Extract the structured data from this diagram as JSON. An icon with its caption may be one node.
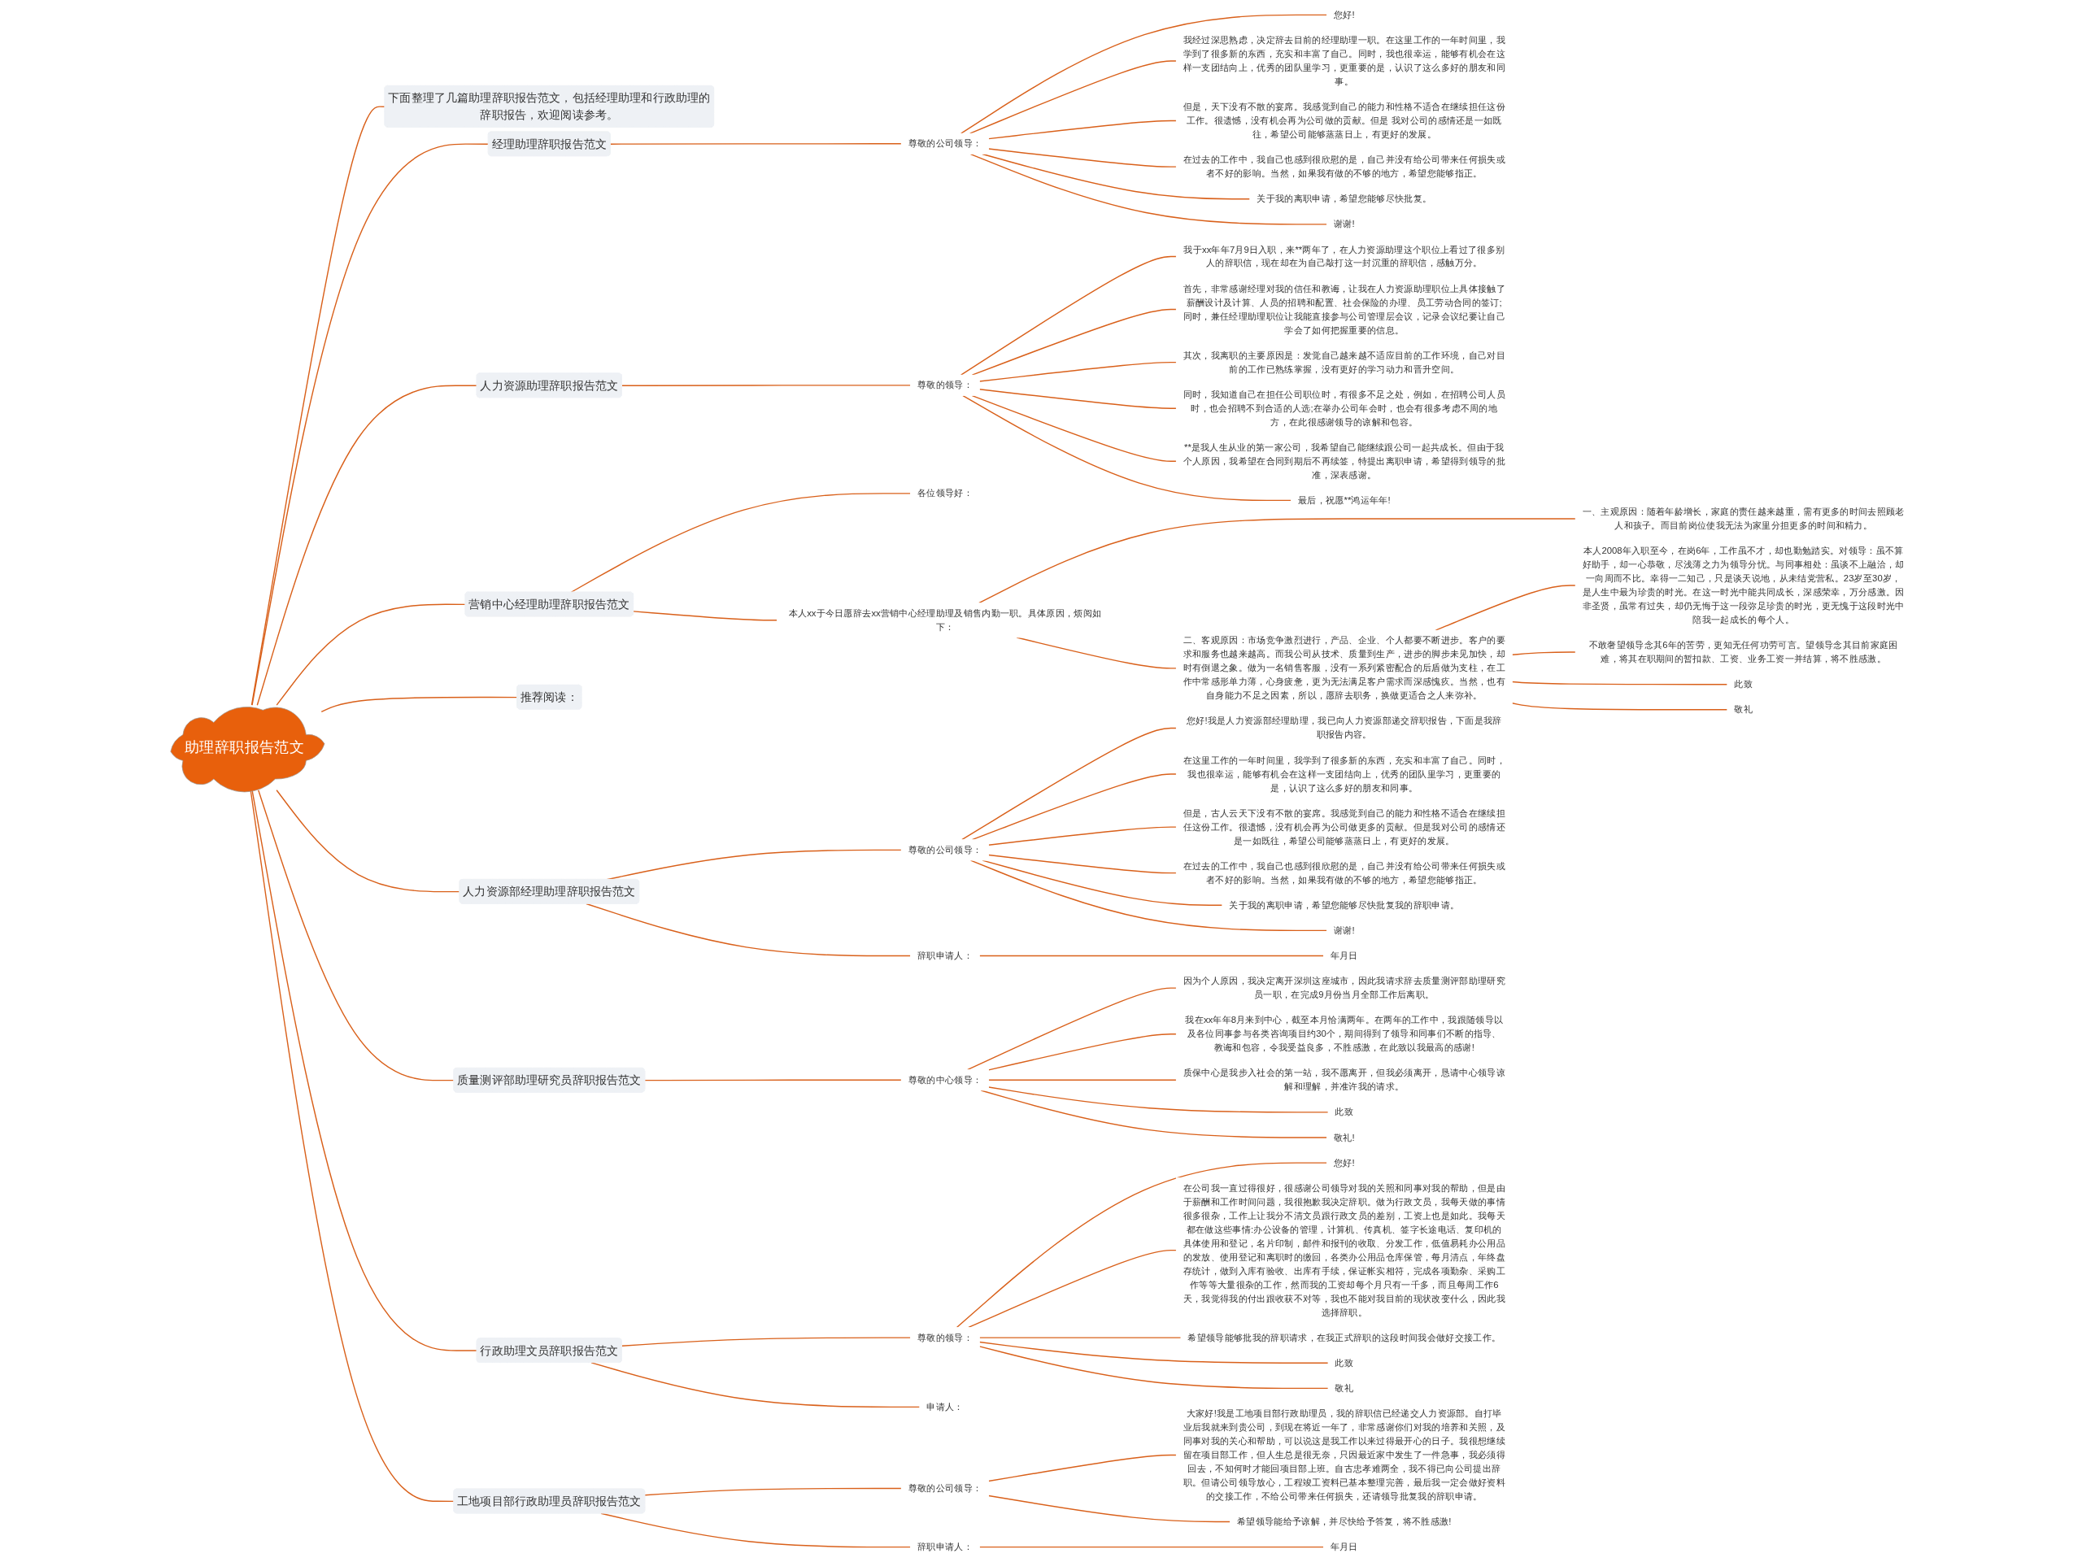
{
  "diagram": {
    "nodes": [
      {
        "text": [
          "助理辞职报告范文"
        ]
      },
      {
        "text": [
          "下面整理了几篇助理辞职报告范文，包括经理助理和行政助理的辞职报告，欢迎阅读参考。"
        ]
      },
      {
        "text": [
          "经理助理辞职报告范文"
        ]
      },
      {
        "text": [
          "尊敬的公司领导："
        ]
      },
      {
        "text": [
          "您好!"
        ]
      },
      {
        "text": [
          "我经过深思熟虑，决定辞去目前的经理助理一职。在这里工作的一年时间里，我学到了很多新的东西，充实和丰富了自己。同时，我也很幸运，能够有机会在这样一支团结向上，优秀的团队里学习，更重要的是，认识了这么多好的朋友和同事。"
        ]
      },
      {
        "text": [
          "但是，天下没有不散的宴席。我感觉到自己的能力和性格不适合在继续担任这份工作。很遗憾，没有机会再为公司做的贡献。但是 我对公司的感情还是一如既往，希望公司能够蒸蒸日上，有更好的发展。"
        ]
      },
      {
        "text": [
          "在过去的工作中，我自己也感到很欣慰的是，自己并没有给公司带来任何损失或者不好的影响。当然，如果我有做的不够的地方，希望您能够指正。"
        ]
      },
      {
        "text": [
          "关于我的离职申请，希望您能够尽快批复。"
        ]
      },
      {
        "text": [
          "谢谢!"
        ]
      },
      {
        "text": [
          "人力资源助理辞职报告范文"
        ]
      },
      {
        "text": [
          "尊敬的领导："
        ]
      },
      {
        "text": [
          "我于xx年年7月9日入职，来**两年了，在人力资源助理这个职位上看过了很多别人的辞职信，现在却在为自己敲打这一封沉重的辞职信，感触万分。"
        ]
      },
      {
        "text": [
          "首先，非常感谢经理对我的信任和教诲，让我在人力资源助理职位上具体接触了薪酬设计及计算、人员的招聘和配置、社会保险的办理、员工劳动合同的签订;同时，兼任经理助理职位让我能直接参与公司管理层会议，记录会议纪要让自己学会了如何把握重要的信息。"
        ]
      },
      {
        "text": [
          "其次，我离职的主要原因是：发觉自己越来越不适应目前的工作环境，自己对目前的工作已熟练掌握，没有更好的学习动力和晋升空间。"
        ]
      },
      {
        "text": [
          "同时，我知道自己在担任公司职位时，有很多不足之处，例如，在招聘公司人员时，也会招聘不到合适的人选;在举办公司年会时，也会有很多考虑不周的地方，在此很感谢领导的谅解和包容。"
        ]
      },
      {
        "text": [
          "**是我人生从业的第一家公司，我希望自己能继续跟公司一起共成长。但由于我个人原因，我希望在合同到期后不再续签，特提出离职申请，希望得到领导的批准，深表感谢。"
        ]
      },
      {
        "text": [
          "最后，祝愿**鸿运年年!"
        ]
      },
      {
        "text": [
          "营销中心经理助理辞职报告范文"
        ]
      },
      {
        "text": [
          "各位领导好："
        ]
      },
      {
        "text": [
          "本人xx于今日愿辞去xx营销中心经理助理及销售内勤一职。具体原因，烦阅如下："
        ]
      },
      {
        "text": [
          "一、主观原因：随着年龄增长，家庭的责任越来越重，需有更多的时间去照顾老人和孩子。而目前岗位使我无法为家里分担更多的时间和精力。"
        ]
      },
      {
        "text": [
          "二、客观原因：市场竞争激烈进行，产品、企业、个人都要不断进步。客户的要求和服务也越来越高。而我公司从技术、质量到生产，进步的脚步未见加快，却时有倒退之象。做为一名销售客服，没有一系列紧密配合的后盾做为支柱，在工作中常感形单力薄，心身疲惫，更为无法满足客户需求而深感愧疚。当然，也有自身能力不足之因素，所以，愿辞去职务，换做更适合之人来弥补。"
        ]
      },
      {
        "text": [
          "本人2008年入职至今，在岗6年，工作虽不才，却也勤勉踏实。对领导：虽不算好助手，却一心恭敬，尽浅薄之力为领导分忧。与同事相处：虽谈不上融洽，却一向周而不比。幸得一二知己，只是谈天说地，从未结党营私。23岁至30岁，是人生中最为珍贵的时光。在这一时光中能共同成长，深感荣幸，万分感激。因非圣贤，虽常有过失，却仍无悔于这一段弥足珍贵的时光，更无愧于这段时光中陪我一起成长的每个人。"
        ]
      },
      {
        "text": [
          "不敢奢望领导念其6年的苦劳，更知无任何功劳可言。望领导念其目前家庭困难，将其在职期间的暂扣款、工资、业务工资一并结算，将不胜感激。"
        ]
      },
      {
        "text": [
          "此致"
        ]
      },
      {
        "text": [
          "敬礼"
        ]
      },
      {
        "text": [
          "推荐阅读："
        ]
      },
      {
        "text": [
          "人力资源部经理助理辞职报告范文"
        ]
      },
      {
        "text": [
          "尊敬的公司领导："
        ]
      },
      {
        "text": [
          "您好!我是人力资源部经理助理，我已向人力资源部递交辞职报告，下面是我辞职报告内容。"
        ]
      },
      {
        "text": [
          "在这里工作的一年时间里，我学到了很多新的东西，充实和丰富了自己。同时，我也很幸运，能够有机会在这样一支团结向上，优秀的团队里学习，更重要的是，认识了这么多好的朋友和同事。"
        ]
      },
      {
        "text": [
          "但是，古人云天下没有不散的宴席。我感觉到自己的能力和性格不适合在继续担任这份工作。很遗憾，没有机会再为公司做更多的贡献。但是我对公司的感情还是一如既往，希望公司能够蒸蒸日上，有更好的发展。"
        ]
      },
      {
        "text": [
          "在过去的工作中，我自己也感到很欣慰的是，自己并没有给公司带来任何损失或者不好的影响。当然，如果我有做的不够的地方，希望您能够指正。"
        ]
      },
      {
        "text": [
          "关于我的离职申请，希望您能够尽快批复我的辞职申请。"
        ]
      },
      {
        "text": [
          "谢谢!"
        ]
      },
      {
        "text": [
          "辞职申请人："
        ]
      },
      {
        "text": [
          "年月日"
        ]
      },
      {
        "text": [
          "质量测评部助理研究员辞职报告范文"
        ]
      },
      {
        "text": [
          "尊敬的中心领导："
        ]
      },
      {
        "text": [
          "因为个人原因，我决定离开深圳这座城市，因此我请求辞去质量测评部助理研究员一职，在完成9月份当月全部工作后离职。"
        ]
      },
      {
        "text": [
          "我在xx年年8月来到中心，截至本月恰满两年。在两年的工作中，我跟随领导以及各位同事参与各类咨询项目约30个，期间得到了领导和同事们不断的指导、教诲和包容，令我受益良多，不胜感激，在此致以我最高的感谢!"
        ]
      },
      {
        "text": [
          "质保中心是我步入社会的第一站，我不愿离开，但我必须离开，恳请中心领导谅解和理解，并准许我的请求。"
        ]
      },
      {
        "text": [
          "此致"
        ]
      },
      {
        "text": [
          "敬礼!"
        ]
      },
      {
        "text": [
          "行政助理文员辞职报告范文"
        ]
      },
      {
        "text": [
          "尊敬的领导："
        ]
      },
      {
        "text": [
          "您好!"
        ]
      },
      {
        "text": [
          "在公司我一直过得很好，很感谢公司领导对我的关照和同事对我的帮助，但是由于薪酬和工作时间问题，我很抱歉我决定辞职。做为行政文员，我每天做的事情很多很杂，工作上让我分不清文员跟行政文员的差别，工资上也是如此。我每天都在做这些事情:办公设备的管理，计算机、传真机、签字长途电话、复印机的具体使用和登记，名片印制，邮件和报刊的收取、分发工作，低值易耗办公用品的发放、使用登记和离职时的缴回，各类办公用品仓库保管，每月清点，年终盘存统计，做到入库有验收、出库有手续，保证帐实相符，完成各项勤杂、采购工作等等大量很杂的工作，然而我的工资却每个月只有一千多，而且每周工作6天，我觉得我的付出跟收获不对等，我也不能对我目前的现状改变什么，因此我选择辞职。"
        ]
      },
      {
        "text": [
          "希望领导能够批我的辞职请求，在我正式辞职的这段时间我会做好交接工作。"
        ]
      },
      {
        "text": [
          "此致"
        ]
      },
      {
        "text": [
          "敬礼"
        ]
      },
      {
        "text": [
          "申请人："
        ]
      },
      {
        "text": [
          "工地项目部行政助理员辞职报告范文"
        ]
      },
      {
        "text": [
          "尊敬的公司领导："
        ]
      },
      {
        "text": [
          "大家好!我是工地项目部行政助理员，我的辞职信已经递交人力资源部。自打毕业后我就来到贵公司，到现在将近一年了，非常感谢你们对我的培养和关照，及同事对我的关心和帮助，可以说这是我工作以来过得最开心的日子。我很想继续留在项目部工作，但人生总是很无奈，只因最近家中发生了一件急事，我必须得回去，不知何时才能回项目部上班。自古忠孝难两全，我不得已向公司提出辞职。但请公司领导放心，工程竣工资料已基本整理完善，最后我一定会做好资料的交接工作，不给公司带来任何损失，还请领导批复我的辞职申请。"
        ]
      },
      {
        "text": [
          "希望领导能给予谅解，并尽快给予答复，将不胜感激!"
        ]
      },
      {
        "text": [
          "辞职申请人："
        ]
      },
      {
        "text": [
          "年月日"
        ]
      }
    ],
    "edges": [
      {
        "from": 0,
        "to": 1,
        "arrow": "none"
      },
      {
        "from": 0,
        "to": 2,
        "arrow": "none"
      },
      {
        "from": 2,
        "to": 3,
        "arrow": "none"
      },
      {
        "from": 3,
        "to": 4,
        "arrow": "none"
      },
      {
        "from": 3,
        "to": 5,
        "arrow": "none"
      },
      {
        "from": 3,
        "to": 6,
        "arrow": "none"
      },
      {
        "from": 3,
        "to": 7,
        "arrow": "none"
      },
      {
        "from": 3,
        "to": 8,
        "arrow": "none"
      },
      {
        "from": 3,
        "to": 9,
        "arrow": "none"
      },
      {
        "from": 0,
        "to": 10,
        "arrow": "none"
      },
      {
        "from": 10,
        "to": 11,
        "arrow": "none"
      },
      {
        "from": 11,
        "to": 12,
        "arrow": "none"
      },
      {
        "from": 11,
        "to": 13,
        "arrow": "none"
      },
      {
        "from": 11,
        "to": 14,
        "arrow": "none"
      },
      {
        "from": 11,
        "to": 15,
        "arrow": "none"
      },
      {
        "from": 11,
        "to": 16,
        "arrow": "none"
      },
      {
        "from": 11,
        "to": 17,
        "arrow": "none"
      },
      {
        "from": 0,
        "to": 18,
        "arrow": "none"
      },
      {
        "from": 18,
        "to": 19,
        "arrow": "none"
      },
      {
        "from": 18,
        "to": 20,
        "arrow": "none"
      },
      {
        "from": 20,
        "to": 21,
        "arrow": "none"
      },
      {
        "from": 20,
        "to": 22,
        "arrow": "none"
      },
      {
        "from": 22,
        "to": 23,
        "arrow": "none"
      },
      {
        "from": 22,
        "to": 24,
        "arrow": "none"
      },
      {
        "from": 22,
        "to": 25,
        "arrow": "none"
      },
      {
        "from": 22,
        "to": 26,
        "arrow": "none"
      },
      {
        "from": 0,
        "to": 27,
        "arrow": "none"
      },
      {
        "from": 0,
        "to": 28,
        "arrow": "none"
      },
      {
        "from": 28,
        "to": 29,
        "arrow": "none"
      },
      {
        "from": 29,
        "to": 30,
        "arrow": "none"
      },
      {
        "from": 29,
        "to": 31,
        "arrow": "none"
      },
      {
        "from": 29,
        "to": 32,
        "arrow": "none"
      },
      {
        "from": 29,
        "to": 33,
        "arrow": "none"
      },
      {
        "from": 29,
        "to": 34,
        "arrow": "none"
      },
      {
        "from": 29,
        "to": 35,
        "arrow": "none"
      },
      {
        "from": 28,
        "to": 36,
        "arrow": "none"
      },
      {
        "from": 36,
        "to": 37,
        "arrow": "none"
      },
      {
        "from": 0,
        "to": 38,
        "arrow": "none"
      },
      {
        "from": 38,
        "to": 39,
        "arrow": "none"
      },
      {
        "from": 39,
        "to": 40,
        "arrow": "none"
      },
      {
        "from": 39,
        "to": 41,
        "arrow": "none"
      },
      {
        "from": 39,
        "to": 42,
        "arrow": "none"
      },
      {
        "from": 39,
        "to": 43,
        "arrow": "none"
      },
      {
        "from": 39,
        "to": 44,
        "arrow": "none"
      },
      {
        "from": 0,
        "to": 45,
        "arrow": "none"
      },
      {
        "from": 45,
        "to": 46,
        "arrow": "none"
      },
      {
        "from": 46,
        "to": 47,
        "arrow": "none"
      },
      {
        "from": 46,
        "to": 48,
        "arrow": "none"
      },
      {
        "from": 46,
        "to": 49,
        "arrow": "none"
      },
      {
        "from": 46,
        "to": 50,
        "arrow": "none"
      },
      {
        "from": 46,
        "to": 51,
        "arrow": "none"
      },
      {
        "from": 45,
        "to": 52,
        "arrow": "none"
      },
      {
        "from": 0,
        "to": 53,
        "arrow": "none"
      },
      {
        "from": 53,
        "to": 54,
        "arrow": "none"
      },
      {
        "from": 54,
        "to": 55,
        "arrow": "none"
      },
      {
        "from": 54,
        "to": 56,
        "arrow": "none"
      },
      {
        "from": 53,
        "to": 57,
        "arrow": "none"
      },
      {
        "from": 57,
        "to": 58,
        "arrow": "none"
      }
    ]
  }
}
